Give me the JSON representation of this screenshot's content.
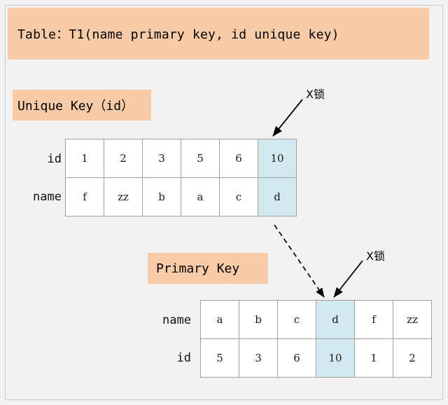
{
  "diagram": {
    "title": "Table：T1(name primary key, id unique key)",
    "colors": {
      "label_box": "#f9cba6",
      "highlight_cell": "#d3e9ef",
      "cell_border": "#a0a0a0",
      "canvas_background": "#f2f2f2",
      "arrow": "#000000"
    },
    "sections": {
      "unique_key_label": "Unique Key（id）",
      "primary_key_label": "Primary Key"
    },
    "unique_key_table": {
      "row_labels": [
        "id",
        "name"
      ],
      "rows": [
        [
          "1",
          "2",
          "3",
          "5",
          "6",
          "10"
        ],
        [
          "f",
          "zz",
          "b",
          "a",
          "c",
          "d"
        ]
      ],
      "highlighted_column_index": 5
    },
    "primary_key_table": {
      "row_labels": [
        "name",
        "id"
      ],
      "rows": [
        [
          "a",
          "b",
          "c",
          "d",
          "f",
          "zz"
        ],
        [
          "5",
          "3",
          "6",
          "10",
          "1",
          "2"
        ]
      ],
      "highlighted_column_index": 3
    },
    "annotations": {
      "lock_top": "X锁",
      "lock_bottom": "X锁"
    }
  }
}
